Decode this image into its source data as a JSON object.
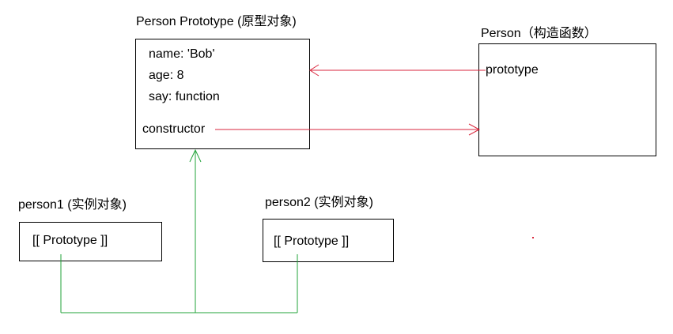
{
  "prototype_object": {
    "title": "Person Prototype (原型对象)",
    "props": [
      "name: 'Bob'",
      "age: 8",
      "say: function"
    ],
    "constructor_label": "constructor"
  },
  "constructor_function": {
    "title": "Person（构造函数）",
    "prototype_label": "prototype"
  },
  "instances": [
    {
      "title": "person1 (实例对象)",
      "slot": "[[ Prototype ]]"
    },
    {
      "title": "person2 (实例对象)",
      "slot": "[[ Prototype ]]"
    }
  ],
  "colors": {
    "prototype_link": "#d9263c",
    "constructor_link": "#d9263c",
    "instance_link": "#22a33a",
    "box_border": "#000000"
  }
}
